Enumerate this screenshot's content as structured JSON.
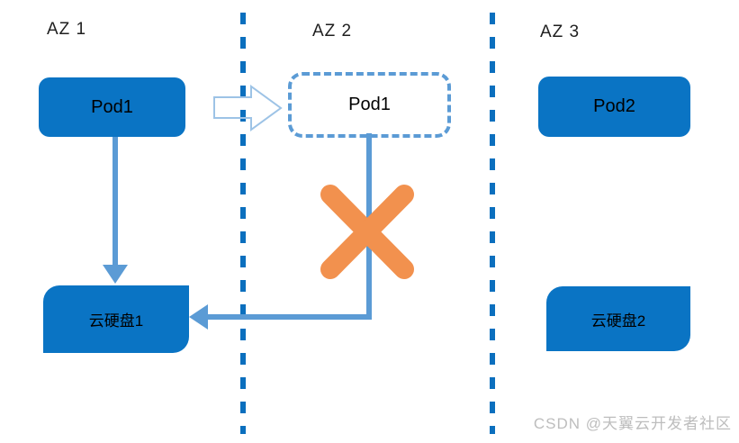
{
  "colors": {
    "boxFill": "#0a74c4",
    "separator": "#0b6fbe",
    "connector": "#5b9bd5",
    "ghostBorder": "#5b9bd5",
    "hollowArrowOutline": "#9dc3e6",
    "cross": "#f2914e",
    "label": "#1f1f1f",
    "watermark": "#bdbdbd"
  },
  "zones": [
    {
      "label": "AZ 1",
      "pod": {
        "label": "Pod1"
      },
      "disk": {
        "label": "云硬盘1"
      }
    },
    {
      "label": "AZ 2",
      "pod": {
        "label": "Pod1",
        "ghost": true
      }
    },
    {
      "label": "AZ 3",
      "pod": {
        "label": "Pod2"
      },
      "disk": {
        "label": "云硬盘2"
      }
    }
  ],
  "watermark": {
    "text": "CSDN @天翼云开发者社区"
  }
}
